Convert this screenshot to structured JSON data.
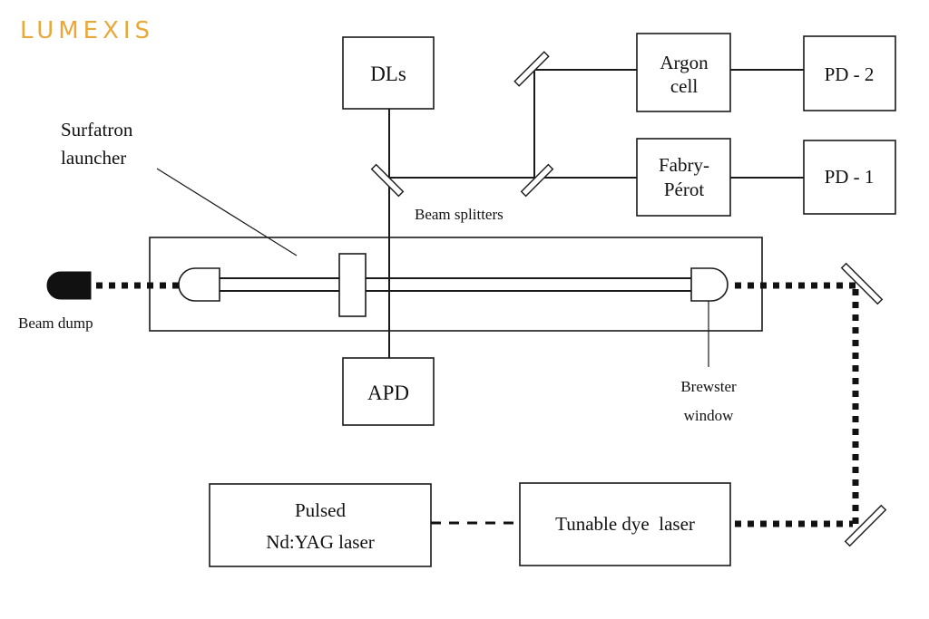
{
  "brand": {
    "logo_text": "LUMEXIS",
    "logo_color": "#e8a93a"
  },
  "blocks": {
    "dls": "DLs",
    "argon_line1": "Argon",
    "argon_line2": "cell",
    "pd2": "PD - 2",
    "fabry_line1": "Fabry-",
    "fabry_line2": "Pérot",
    "pd1": "PD - 1",
    "apd": "APD",
    "nd_line1": "Pulsed",
    "nd_line2": "Nd:YAG laser",
    "dye": "Tunable dye  laser"
  },
  "labels": {
    "surfatron_line1": "Surfatron",
    "surfatron_line2": "launcher",
    "beam_splitters": "Beam splitters",
    "beam_dump": "Beam dump",
    "brewster_line1": "Brewster",
    "brewster_line2": "window"
  }
}
